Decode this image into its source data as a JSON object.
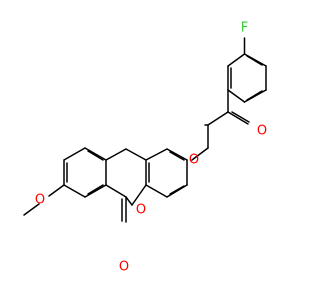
{
  "structure": {
    "colors": {
      "bond": "#000000",
      "oxygen": "#ff0000",
      "fluorine": "#33cc33",
      "background": "#ffffff"
    },
    "labels": {
      "fluorine": "F",
      "ketone_oxygen": "O",
      "ether_oxygen": "O",
      "ring_oxygen": "O",
      "lactone_carbonyl_oxygen": "O",
      "methoxy_oxygen": "O"
    }
  }
}
